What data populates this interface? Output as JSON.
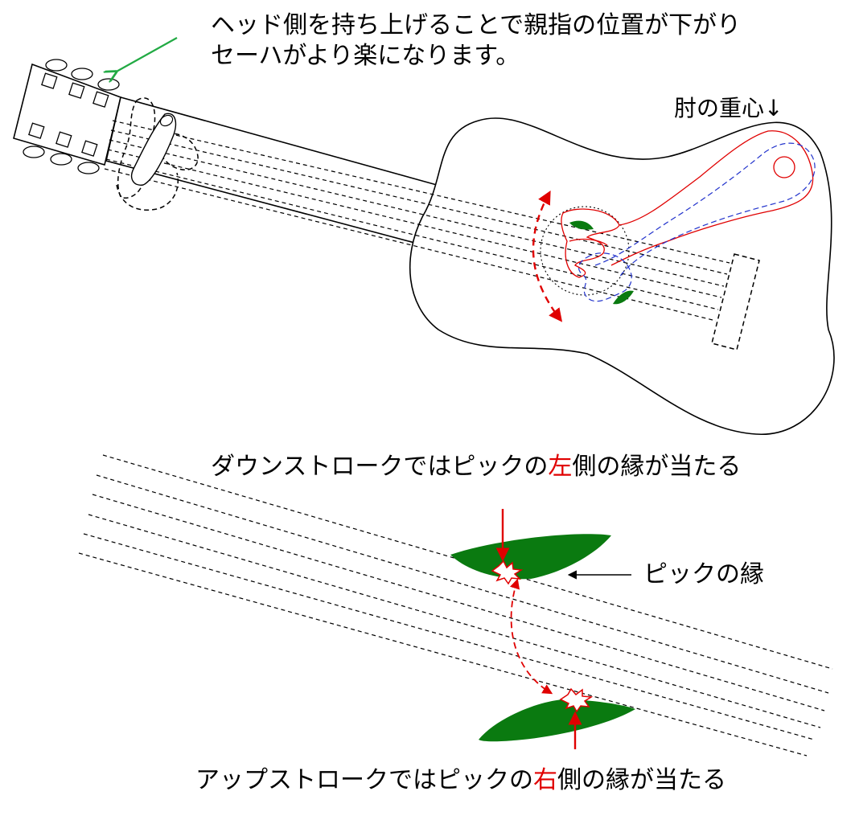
{
  "texts": {
    "head_note_line1": "ヘッド側を持ち上げることで親指の位置が下がり",
    "head_note_line2": "セーハがより楽になります。",
    "elbow_label": "肘の重心↓",
    "down_prefix": "ダウンストロークではピックの",
    "down_accent": "左",
    "down_suffix": "側の縁が当たる",
    "pick_edge_label": "ピックの縁",
    "up_prefix": "アップストロークではピックの",
    "up_accent": "右",
    "up_suffix": "側の縁が当たる"
  },
  "colors": {
    "arrow_green": "#22aa44",
    "pick_green": "#0a7a10",
    "accent_red": "#e00000",
    "hand_blue": "#2233cc",
    "line": "#000000"
  }
}
